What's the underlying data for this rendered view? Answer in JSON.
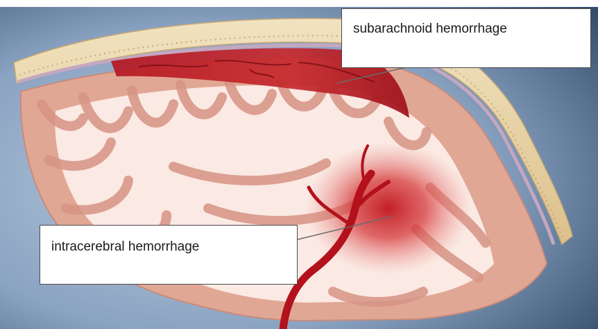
{
  "labels": {
    "subarachnoid": "subarachnoid hemorrhage",
    "intracerebral": "intracerebral hemorrhage"
  },
  "colors": {
    "background_dark": "#2e4766",
    "background_light": "#a9bdd4",
    "skull": "#ead7ad",
    "dura": "#c4a7c0",
    "cortex": "#e1a795",
    "white_matter": "#fbe9e3",
    "blood": "#b3111c",
    "pointer_line": "#6b6b6b"
  },
  "icons": [
    "brain-section-illustration"
  ]
}
